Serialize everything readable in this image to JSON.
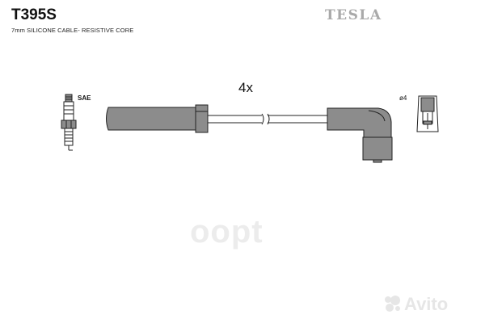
{
  "header": {
    "part_number": "T395S",
    "subtitle": "7mm SILICONE CABLE- RESISTIVE CORE",
    "brand": "TESLA"
  },
  "diagram": {
    "quantity_label": "4x",
    "left_connector_label": "SAE",
    "right_connector_label": "ø4"
  },
  "watermark": {
    "logo_text": "oopt",
    "site_text": "Avito"
  },
  "colors": {
    "part_fill": "#8c8c8c",
    "outline": "#222222",
    "brand": "#a9a9a9",
    "watermark": "#e6e6e6"
  }
}
